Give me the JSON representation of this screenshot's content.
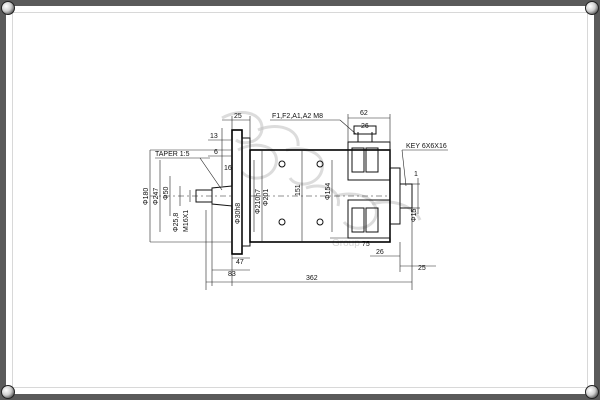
{
  "drawing": {
    "labels": {
      "taper": "TAPER 1:5",
      "terminals": "F1,F2,A1,A2 M8",
      "key": "KEY 6X6X16",
      "dim_13": "13",
      "dim_25_top": "25",
      "dim_6": "6",
      "dim_16": "16",
      "dim_phi180": "Φ180",
      "dim_phi247": "Φ247",
      "dim_phi50": "Φ50",
      "dim_phi25": "Φ25,8",
      "dim_m16": "M16X1",
      "dim_phi30": "Φ30h8",
      "dim_phi210": "Φ210h7",
      "dim_phi201": "Φ201",
      "dim_151": "151",
      "dim_phi154": "Φ154",
      "dim_phi15": "Φ15",
      "dim_62": "62",
      "dim_26": "26",
      "dim_1": "1",
      "dim_75": "75",
      "dim_26b": "26",
      "dim_47": "47",
      "dim_83": "83",
      "dim_25_bot": "25",
      "dim_362": "362"
    },
    "watermark": "Group"
  }
}
